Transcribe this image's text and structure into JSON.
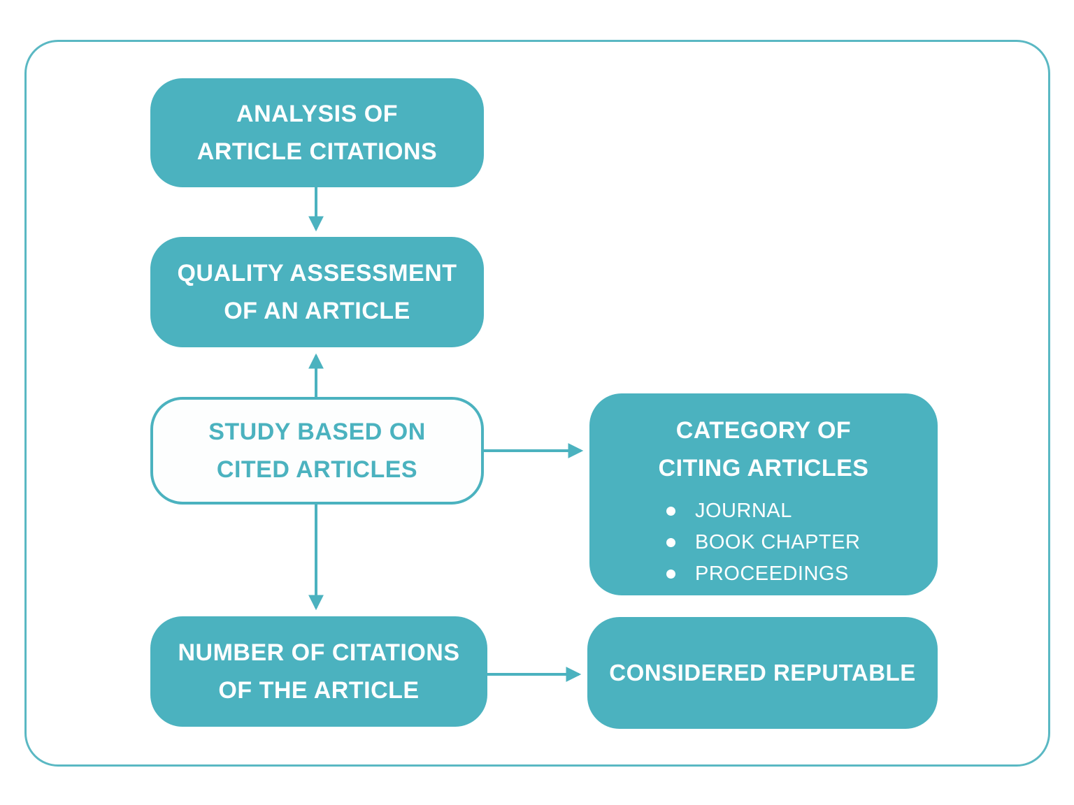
{
  "diagram": {
    "colors": {
      "accent": "#4bb2bf",
      "frame_border": "#5ab8c3",
      "text_on_filled_node": "#ffffff",
      "background": "#ffffff"
    },
    "nodes": {
      "analysis": {
        "line1": "ANALYSIS OF",
        "line2": "ARTICLE CITATIONS"
      },
      "quality": {
        "line1": "QUALITY ASSESSMENT",
        "line2": "OF AN ARTICLE"
      },
      "study": {
        "line1": "STUDY BASED ON",
        "line2": "CITED ARTICLES"
      },
      "category": {
        "line1": "CATEGORY OF",
        "line2": "CITING ARTICLES",
        "bullets": [
          "JOURNAL",
          "BOOK CHAPTER",
          "PROCEEDINGS"
        ]
      },
      "number": {
        "line1": "NUMBER OF CITATIONS",
        "line2": "OF THE ARTICLE"
      },
      "reputable": {
        "label": "CONSIDERED REPUTABLE"
      }
    },
    "edges": [
      {
        "from": "analysis",
        "to": "quality"
      },
      {
        "from": "study",
        "to": "quality"
      },
      {
        "from": "study",
        "to": "category"
      },
      {
        "from": "study",
        "to": "number"
      },
      {
        "from": "number",
        "to": "reputable"
      }
    ]
  }
}
